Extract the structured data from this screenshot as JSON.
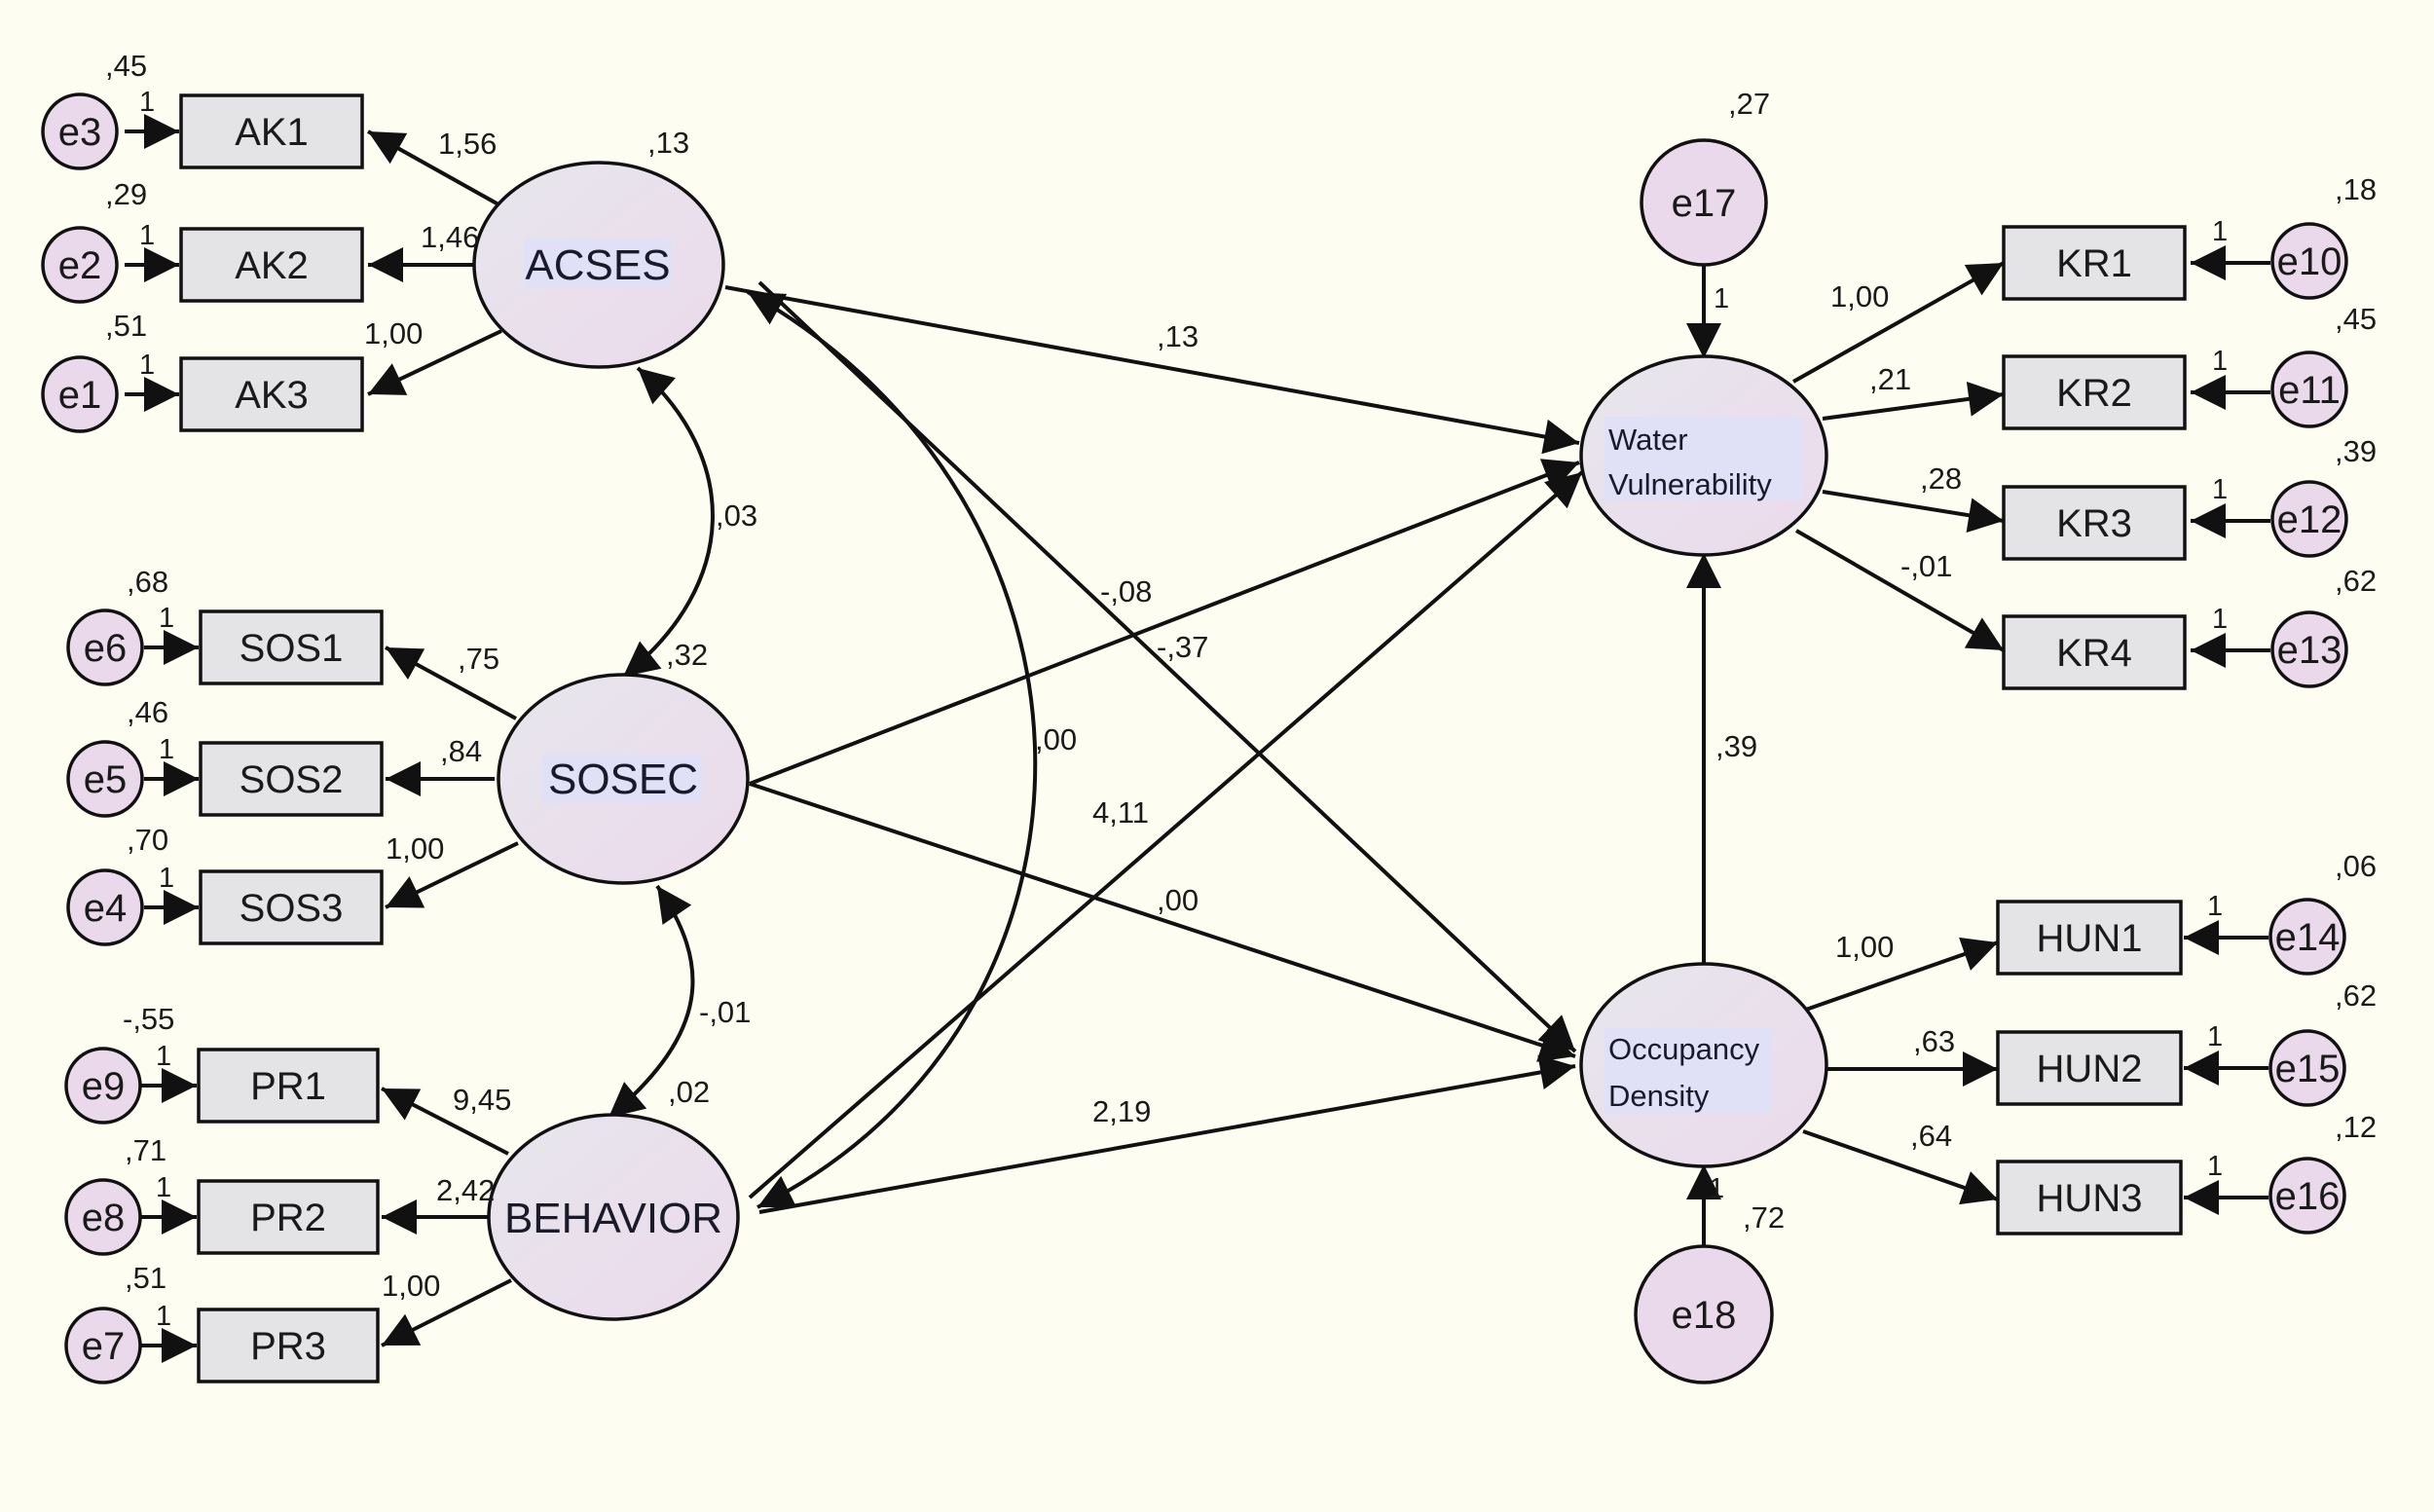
{
  "latent": {
    "acses": "ACSES",
    "sosec": "SOSEC",
    "behavior": "BEHAVIOR",
    "water_line1": "Water",
    "water_line2": "Vulnerability",
    "occ_line1": "Occupancy",
    "occ_line2": "Density",
    "e17": "e17",
    "e18": "e18"
  },
  "indicators": {
    "ak1": "AK1",
    "ak2": "AK2",
    "ak3": "AK3",
    "sos1": "SOS1",
    "sos2": "SOS2",
    "sos3": "SOS3",
    "pr1": "PR1",
    "pr2": "PR2",
    "pr3": "PR3",
    "kr1": "KR1",
    "kr2": "KR2",
    "kr3": "KR3",
    "kr4": "KR4",
    "hun1": "HUN1",
    "hun2": "HUN2",
    "hun3": "HUN3"
  },
  "errors": {
    "e1": "e1",
    "e2": "e2",
    "e3": "e3",
    "e4": "e4",
    "e5": "e5",
    "e6": "e6",
    "e7": "e7",
    "e8": "e8",
    "e9": "e9",
    "e10": "e10",
    "e11": "e11",
    "e12": "e12",
    "e13": "e13",
    "e14": "e14",
    "e15": "e15",
    "e16": "e16"
  },
  "variances": {
    "e3": ",45",
    "e2": ",29",
    "e1": ",51",
    "e6": ",68",
    "e5": ",46",
    "e4": ",70",
    "e9": "-,55",
    "e8": ",71",
    "e7": ",51",
    "e10": ",18",
    "e11": ",45",
    "e12": ",39",
    "e13": ",62",
    "e14": ",06",
    "e15": ",62",
    "e16": ",12",
    "e17": ",27",
    "e18": ",72",
    "acses": ",13",
    "sosec": ",32",
    "behavior": ",02"
  },
  "loadings": {
    "ak1": "1,56",
    "ak2": "1,46",
    "ak3": "1,00",
    "sos1": ",75",
    "sos2": ",84",
    "sos3": "1,00",
    "pr1": "9,45",
    "pr2": "2,42",
    "pr3": "1,00",
    "kr1": "1,00",
    "kr2": ",21",
    "kr3": ",28",
    "kr4": "-,01",
    "hun1": "1,00",
    "hun2": ",63",
    "hun3": ",64"
  },
  "paths": {
    "acses_water": ",13",
    "sosec_water": "-,08",
    "behavior_water": "4,11",
    "acses_occ": "-,37",
    "sosec_occ": ",00",
    "behavior_occ": "2,19",
    "occ_water": ",39"
  },
  "covariances": {
    "acses_sosec": ",03",
    "sosec_behavior": "-,01",
    "acses_behavior": ",00"
  },
  "fixed_one": "1"
}
